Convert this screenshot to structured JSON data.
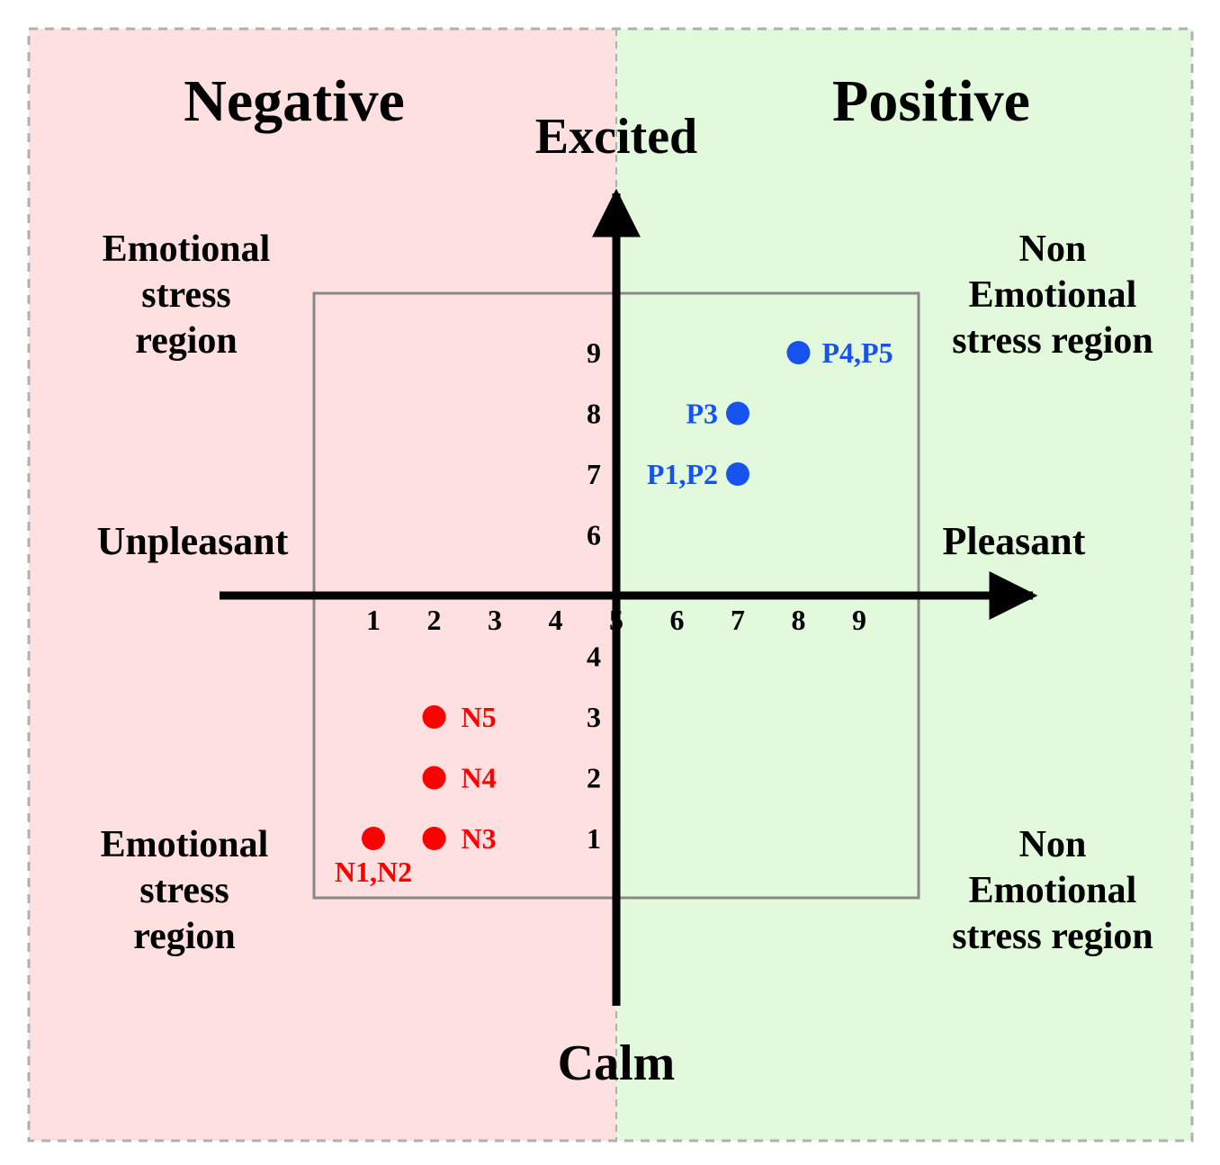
{
  "colors": {
    "negative_bg": "#fde0df",
    "positive_bg": "#e2fadb",
    "negative_points": "#ff0000",
    "positive_points": "#1652f0",
    "axis": "#000000",
    "inner_box": "#888888",
    "outer_border": "#b0b0b0"
  },
  "chart_data": {
    "type": "scatter",
    "title": "",
    "xlabel_left": "Unpleasant",
    "xlabel_right": "Pleasant",
    "ylabel_top": "Excited",
    "ylabel_bottom": "Calm",
    "xlim": [
      0,
      10
    ],
    "ylim": [
      0,
      10
    ],
    "x_ticks": [
      "1",
      "2",
      "3",
      "4",
      "5",
      "6",
      "7",
      "8",
      "9"
    ],
    "y_ticks_upper": [
      "9",
      "8",
      "7",
      "6"
    ],
    "y_ticks_lower": [
      "4",
      "3",
      "2",
      "1"
    ],
    "regions": {
      "negative": "Negative",
      "positive": "Positive",
      "top_left": [
        "Emotional",
        "stress",
        "region"
      ],
      "bottom_left": [
        "Emotional",
        "stress",
        "region"
      ],
      "top_right": [
        "Non",
        "Emotional",
        "stress region"
      ],
      "bottom_right": [
        "Non",
        "Emotional",
        "stress region"
      ]
    },
    "series": [
      {
        "name": "",
        "group": "negative",
        "points": [
          {
            "label": "N1,N2",
            "x": 1,
            "y": 1
          },
          {
            "label": "N3",
            "x": 2,
            "y": 1
          },
          {
            "label": "N4",
            "x": 2,
            "y": 2
          },
          {
            "label": "N5",
            "x": 2,
            "y": 3
          }
        ]
      },
      {
        "name": "",
        "group": "positive",
        "points": [
          {
            "label": "P1,P2",
            "x": 7,
            "y": 7
          },
          {
            "label": "P3",
            "x": 7,
            "y": 8
          },
          {
            "label": "P4,P5",
            "x": 8,
            "y": 9
          }
        ]
      }
    ]
  }
}
